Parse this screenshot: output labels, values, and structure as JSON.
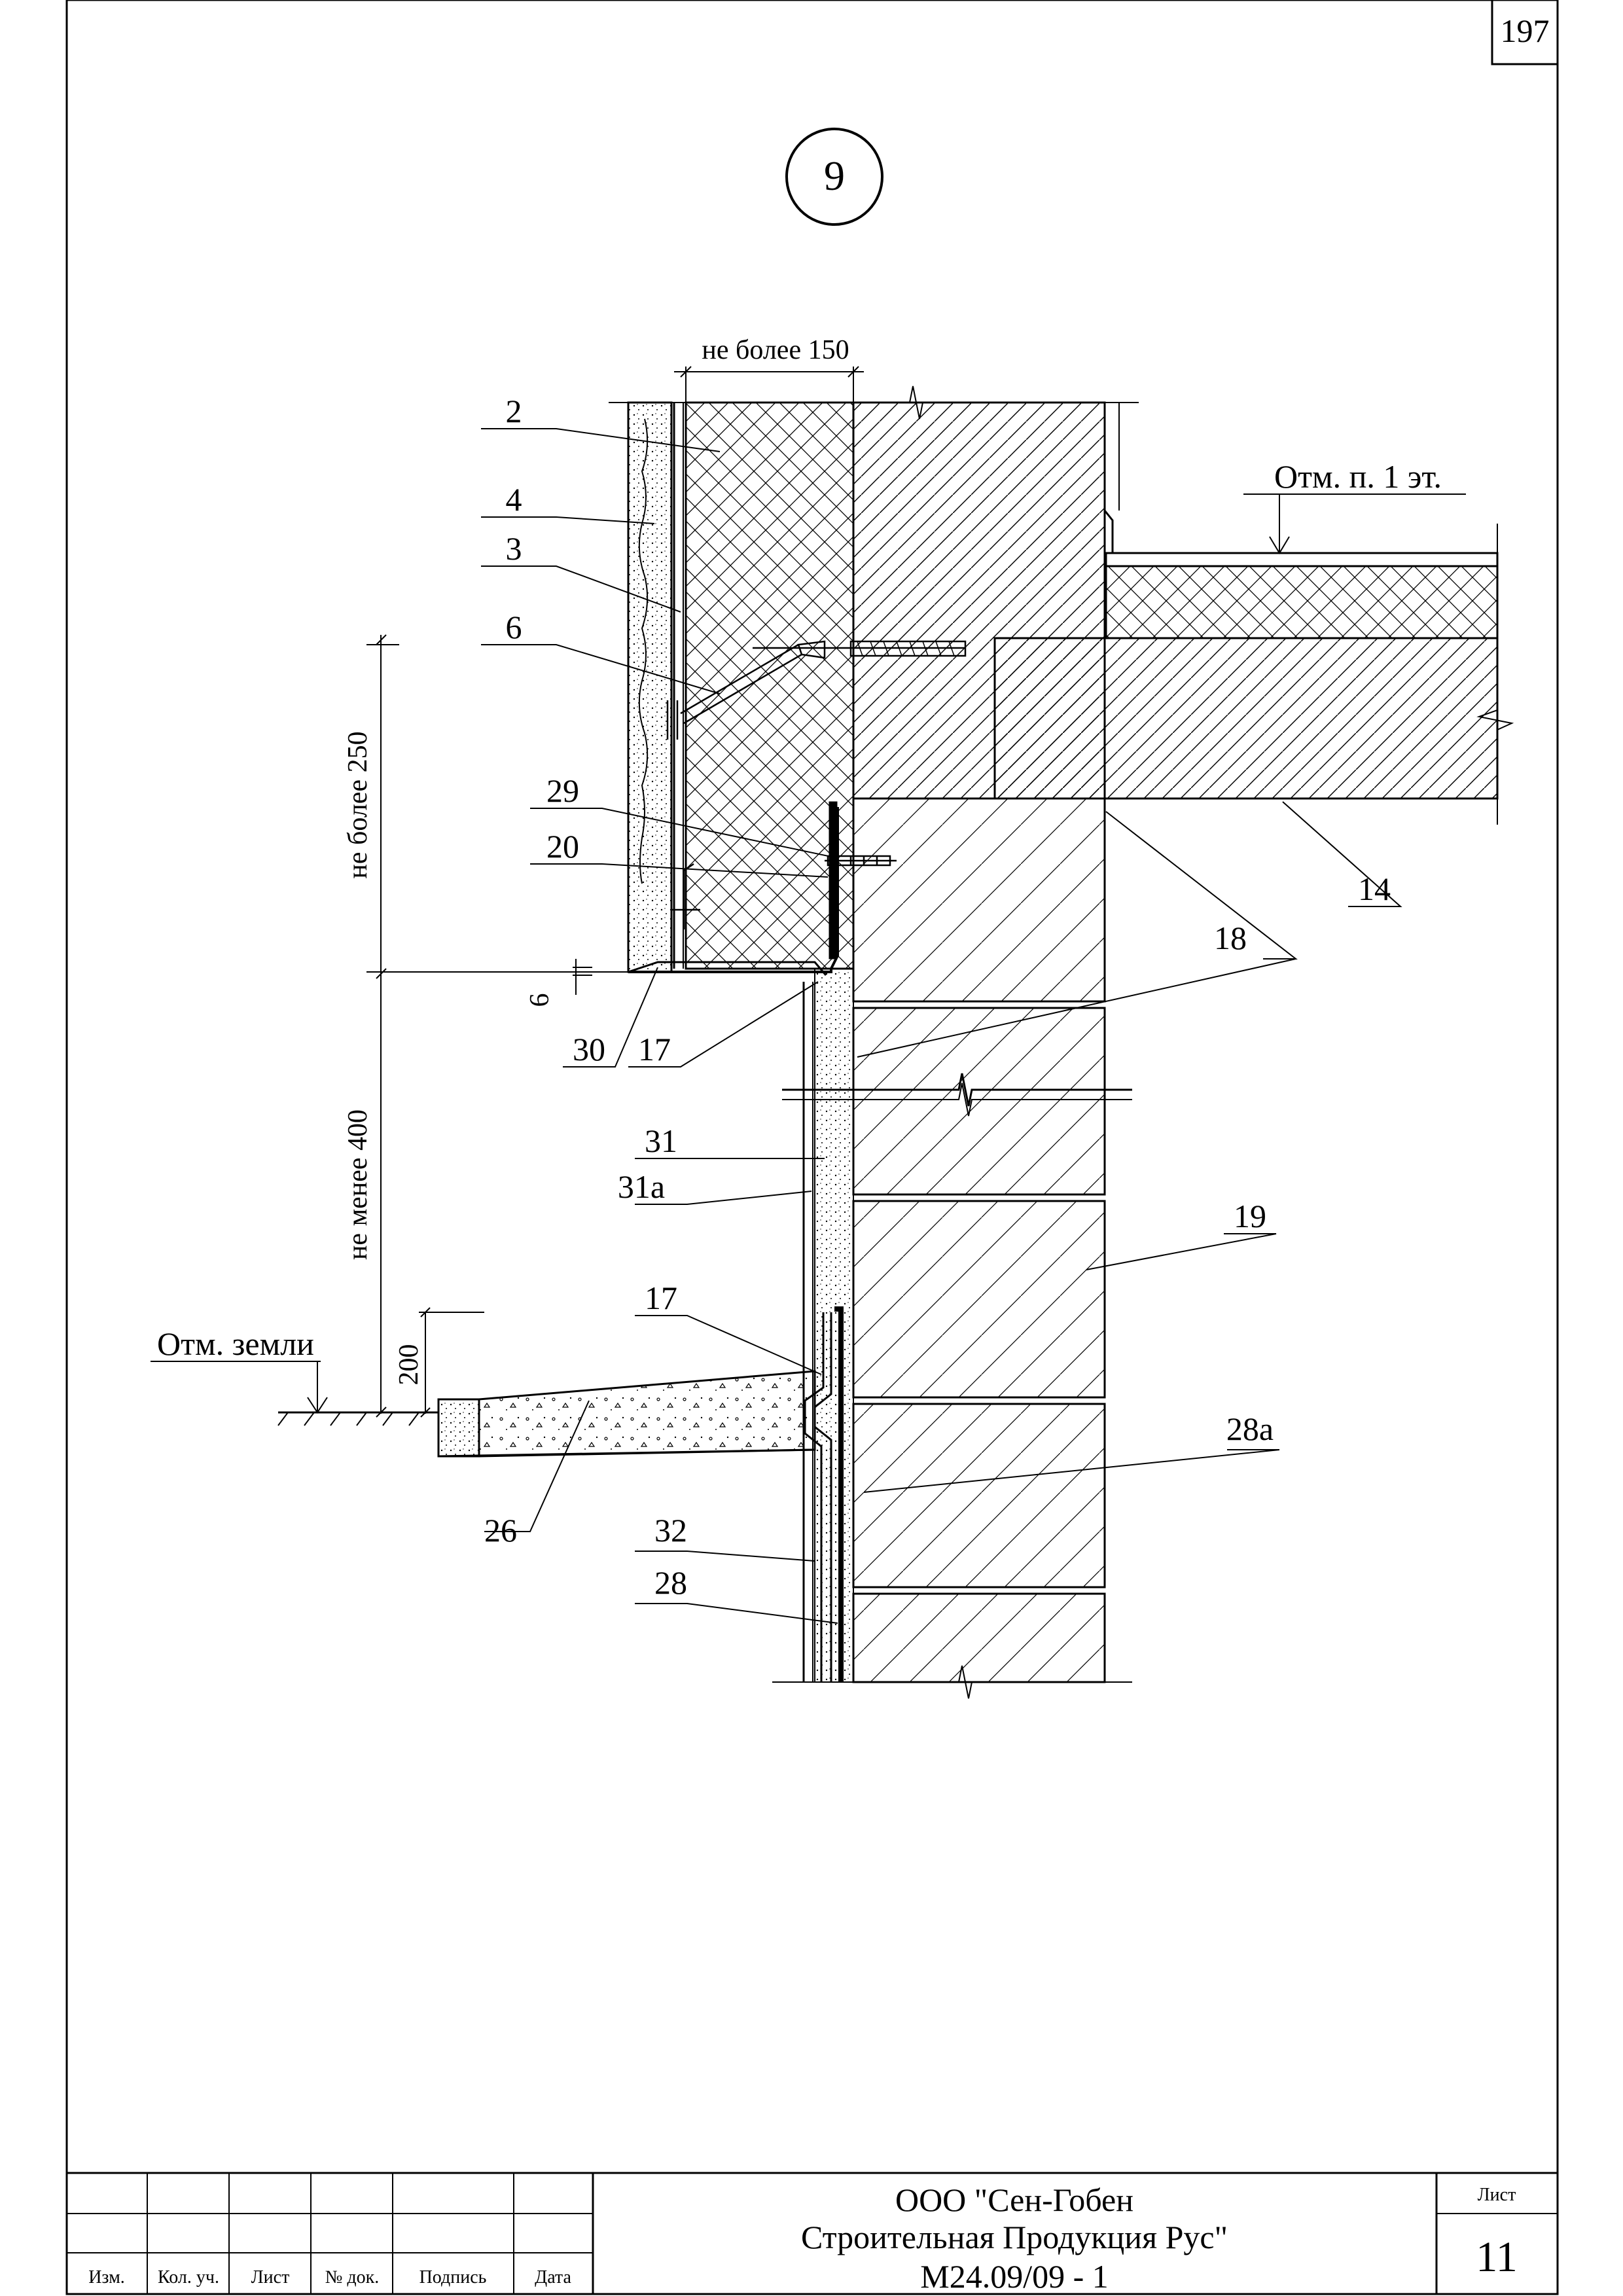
{
  "sheet_number_corner": "197",
  "detail_number": "9",
  "dimensions": {
    "top_width": "не более 150",
    "upper_vertical": "не более 250",
    "lower_vertical": "не менее 400",
    "gap": "6",
    "ground_offset": "200"
  },
  "level_marks": {
    "floor": "Отм. п. 1 эт.",
    "ground": "Отм. земли"
  },
  "callouts": {
    "c2": "2",
    "c4": "4",
    "c3": "3",
    "c6": "6",
    "c29": "29",
    "c20": "20",
    "c30": "30",
    "c17a": "17",
    "c14": "14",
    "c18": "18",
    "c31": "31",
    "c31a": "31а",
    "c19": "19",
    "c17b": "17",
    "c26": "26",
    "c28a": "28а",
    "c32": "32",
    "c28": "28"
  },
  "title_block": {
    "columns": [
      "Изм.",
      "Кол. уч.",
      "Лист",
      "№ док.",
      "Подпись",
      "Дата"
    ],
    "company_line1": "ООО \"Сен-Гобен",
    "company_line2": "Строительная Продукция Рус\"",
    "document_code": "М24.09/09 - 1",
    "sheet_label": "Лист",
    "sheet_value": "11"
  }
}
